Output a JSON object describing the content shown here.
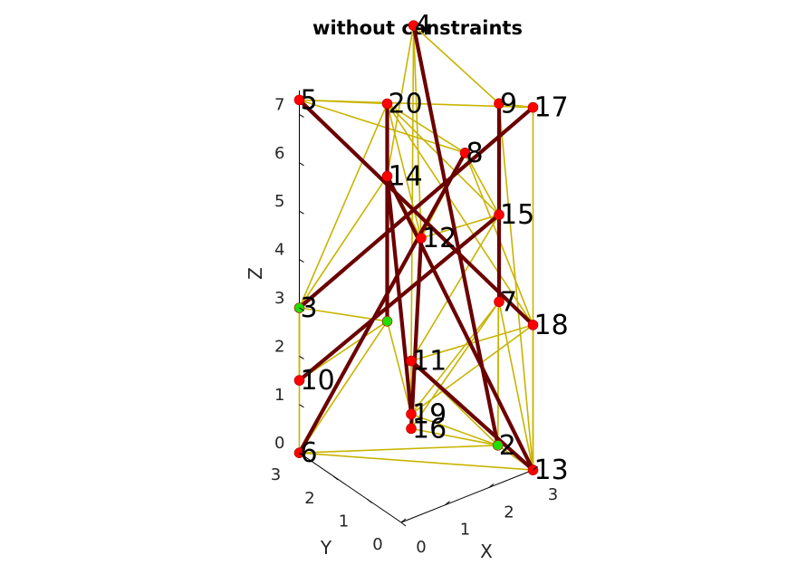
{
  "chart_data": {
    "type": "3d-network",
    "title": "without constraints",
    "xlabel": "X",
    "ylabel": "Y",
    "zlabel": "Z",
    "xlim": [
      0,
      3
    ],
    "ylim": [
      0,
      3
    ],
    "zlim": [
      0,
      7.5
    ],
    "xticks": [
      "0",
      "1",
      "2",
      "3"
    ],
    "yticks": [
      "0",
      "1",
      "2",
      "3"
    ],
    "zticks": [
      "0",
      "1",
      "2",
      "3",
      "4",
      "5",
      "6",
      "7"
    ],
    "grid": false,
    "colors": {
      "thin_edge": "#c8b400",
      "thick_edge": "#6b0000",
      "node_free": "#ff0000",
      "node_fixed": "#22dd00",
      "box": "#000000"
    },
    "nodes": [
      {
        "id": "2",
        "x": 2.2,
        "y": 0.0,
        "z": 0.8,
        "fixed": true
      },
      {
        "id": "3",
        "x": 0.0,
        "y": 3.0,
        "z": 3.0,
        "fixed": true
      },
      {
        "id": "4",
        "x": 2.6,
        "y": 3.0,
        "z": 7.9,
        "fixed": false
      },
      {
        "id": "5",
        "x": 0.0,
        "y": 3.0,
        "z": 7.3,
        "fixed": false
      },
      {
        "id": "6",
        "x": 0.0,
        "y": 3.0,
        "z": 0.0,
        "fixed": false
      },
      {
        "id": "7",
        "x": 3.0,
        "y": 1.0,
        "z": 3.0,
        "fixed": false
      },
      {
        "id": "8",
        "x": 3.0,
        "y": 2.0,
        "z": 5.6,
        "fixed": false
      },
      {
        "id": "9",
        "x": 3.0,
        "y": 1.0,
        "z": 7.1,
        "fixed": false
      },
      {
        "id": "10",
        "x": 0.0,
        "y": 3.0,
        "z": 1.5,
        "fixed": false
      },
      {
        "id": "11",
        "x": 1.0,
        "y": 1.0,
        "z": 2.5,
        "fixed": false
      },
      {
        "id": "12",
        "x": 2.0,
        "y": 2.0,
        "z": 4.2,
        "fixed": false
      },
      {
        "id": "13",
        "x": 3.0,
        "y": 0.0,
        "z": 0.0,
        "fixed": false
      },
      {
        "id": "14",
        "x": 2.0,
        "y": 3.0,
        "z": 5.0,
        "fixed": false
      },
      {
        "id": "15",
        "x": 3.0,
        "y": 1.0,
        "z": 4.8,
        "fixed": false
      },
      {
        "id": "16",
        "x": 1.0,
        "y": 1.0,
        "z": 1.1,
        "fixed": false
      },
      {
        "id": "17",
        "x": 3.0,
        "y": 0.0,
        "z": 7.5,
        "fixed": false
      },
      {
        "id": "18",
        "x": 3.0,
        "y": 0.0,
        "z": 3.0,
        "fixed": false
      },
      {
        "id": "19",
        "x": 1.0,
        "y": 1.0,
        "z": 1.4,
        "fixed": false
      },
      {
        "id": "20",
        "x": 2.0,
        "y": 3.0,
        "z": 6.5,
        "fixed": false
      },
      {
        "id": "",
        "x": 2.0,
        "y": 3.0,
        "z": 2.0,
        "fixed": true
      }
    ],
    "edges_thick": [
      [
        "4",
        "2"
      ],
      [
        "5",
        "18"
      ],
      [
        "3",
        "17"
      ],
      [
        "14",
        "13"
      ],
      [
        "6",
        "8"
      ],
      [
        "11",
        "13"
      ],
      [
        "12",
        "16"
      ],
      [
        "9",
        "7"
      ],
      [
        "14",
        "n21"
      ],
      [
        "10",
        "15"
      ],
      [
        "20",
        "14"
      ],
      [
        "14",
        "19"
      ]
    ],
    "edges_thin": [
      [
        "4",
        "9"
      ],
      [
        "9",
        "17"
      ],
      [
        "5",
        "17"
      ],
      [
        "5",
        "20"
      ],
      [
        "5",
        "8"
      ],
      [
        "17",
        "13"
      ],
      [
        "18",
        "13"
      ],
      [
        "6",
        "13"
      ],
      [
        "6",
        "2"
      ],
      [
        "2",
        "13"
      ],
      [
        "6",
        "10"
      ],
      [
        "10",
        "3"
      ],
      [
        "3",
        "20"
      ],
      [
        "20",
        "8"
      ],
      [
        "20",
        "15"
      ],
      [
        "8",
        "18"
      ],
      [
        "8",
        "15"
      ],
      [
        "15",
        "11"
      ],
      [
        "12",
        "15"
      ],
      [
        "11",
        "18"
      ],
      [
        "19",
        "18"
      ],
      [
        "19",
        "2"
      ],
      [
        "16",
        "2"
      ],
      [
        "7",
        "13"
      ],
      [
        "9",
        "2"
      ],
      [
        "4",
        "11"
      ],
      [
        "4",
        "14"
      ],
      [
        "3",
        "n21"
      ],
      [
        "10",
        "n21"
      ],
      [
        "n21",
        "19"
      ],
      [
        "12",
        "14"
      ],
      [
        "8",
        "12"
      ],
      [
        "16",
        "7"
      ],
      [
        "11",
        "2"
      ],
      [
        "4",
        "12"
      ],
      [
        "15",
        "2"
      ],
      [
        "3",
        "14"
      ],
      [
        "6",
        "n21"
      ],
      [
        "20",
        "12"
      ],
      [
        "9",
        "13"
      ],
      [
        "19",
        "7"
      ],
      [
        "11",
        "16"
      ],
      [
        "3",
        "10"
      ],
      [
        "20",
        "18"
      ]
    ]
  }
}
